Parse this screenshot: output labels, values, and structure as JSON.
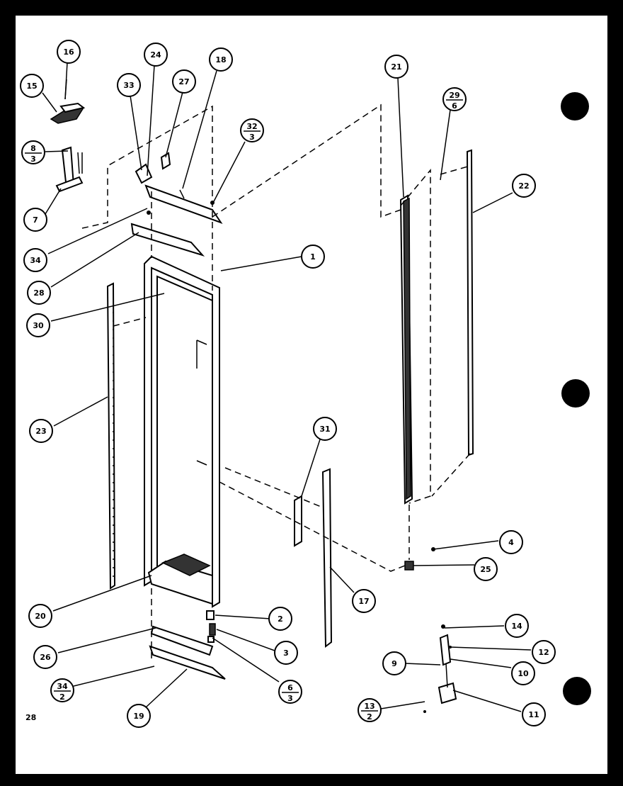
{
  "page_number": "28",
  "colors": {
    "paper": "#ffffff",
    "ink": "#000000",
    "border": "#000000"
  },
  "callouts": {
    "c1": "1",
    "c2": "2",
    "c3": "3",
    "c4": "4",
    "c6_3_num": "6",
    "c6_3_den": "3",
    "c7": "7",
    "c8_3_num": "8",
    "c8_3_den": "3",
    "c9": "9",
    "c10": "10",
    "c11": "11",
    "c12": "12",
    "c13_2_num": "13",
    "c13_2_den": "2",
    "c14": "14",
    "c15": "15",
    "c16": "16",
    "c17": "17",
    "c18": "18",
    "c19": "19",
    "c20": "20",
    "c21": "21",
    "c22": "22",
    "c23": "23",
    "c24": "24",
    "c25": "25",
    "c26": "26",
    "c27": "27",
    "c28": "28",
    "c29_6_num": "29",
    "c29_6_den": "6",
    "c30": "30",
    "c31": "31",
    "c32_3_num": "32",
    "c32_3_den": "3",
    "c33": "33",
    "c34": "34",
    "c34_2_num": "34",
    "c34_2_den": "2"
  }
}
